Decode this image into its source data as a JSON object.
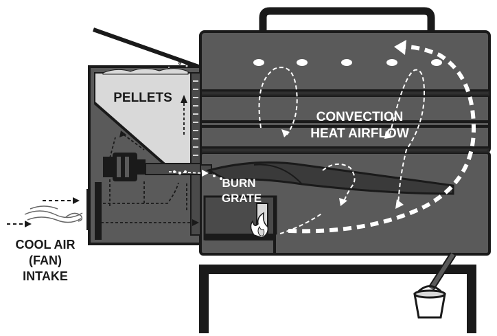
{
  "labels": {
    "pellets": "PELLETS",
    "convection_line1": "CONVECTION",
    "convection_line2": "HEAT AIRFLOW",
    "burn_line1": "BURN",
    "burn_line2": "GRATE",
    "cool_air_line1": "COOL AIR",
    "cool_air_line2": "(FAN)",
    "cool_air_line3": "INTAKE"
  },
  "colors": {
    "body": "#5a5a5a",
    "outline": "#1a1a1a",
    "pellets": "#d9d9d9",
    "arrow": "#ffffff",
    "background": "#ffffff"
  }
}
